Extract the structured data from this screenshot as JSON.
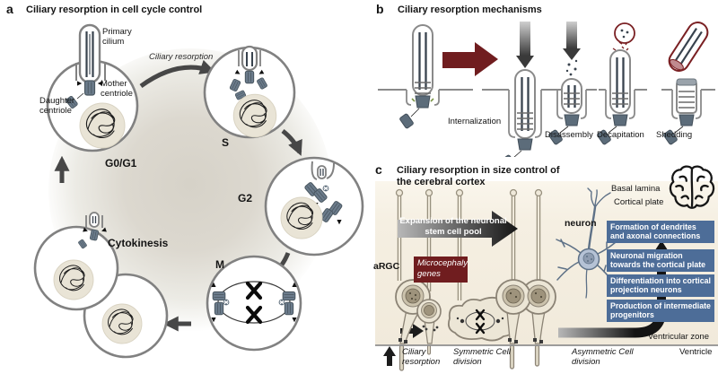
{
  "panel_a": {
    "tag": "a",
    "title": "Ciliary resorption in cell cycle control",
    "label_primary_cilium": "Primary cilium",
    "label_ciliary_resorption": "Ciliary resorption",
    "label_mother_centriole": "Mother centriole",
    "label_daughter_centriole": "Daughter centriole",
    "phases": [
      "G0/G1",
      "S",
      "G2",
      "M",
      "Cytokinesis"
    ]
  },
  "panel_b": {
    "tag": "b",
    "title": "Ciliary resorption mechanisms",
    "mechanisms": [
      "Internalization",
      "Disassembly",
      "Decapitation",
      "Shedding"
    ]
  },
  "panel_c": {
    "tag": "c",
    "title": "Ciliary resorption in size control of the cerebral cortex",
    "label_basal_lamina": "Basal lamina",
    "label_cortical_plate": "Cortical plate",
    "label_neuron": "neuron",
    "label_argc": "aRGC",
    "microcephaly_box": "Microcephaly genes",
    "expansion_arrow": "Expansion of the neuronal stem cell pool",
    "steps": [
      "Formation of dendrites and axonal connections",
      "Neuronal migration towards the cortical plate",
      "Differentiation into cortical projection neurons",
      "Production of intermediate progenitors"
    ],
    "label_ventricular_zone": "Ventricular zone",
    "label_ventricle": "Ventricle",
    "label_ciliary_resorption": "Ciliary resorption",
    "label_symmetric": "Symmetric Cell division",
    "label_asymmetric": "Asymmetric Cell division"
  },
  "colors": {
    "dark_red": "#701d1f",
    "steel_blue": "#4d6d98",
    "centriole_slate": "#6b7b8b",
    "cell_outline_gray": "#818181",
    "panel_c_beige": "#f3eddf",
    "arrow_gray": "#474747"
  }
}
